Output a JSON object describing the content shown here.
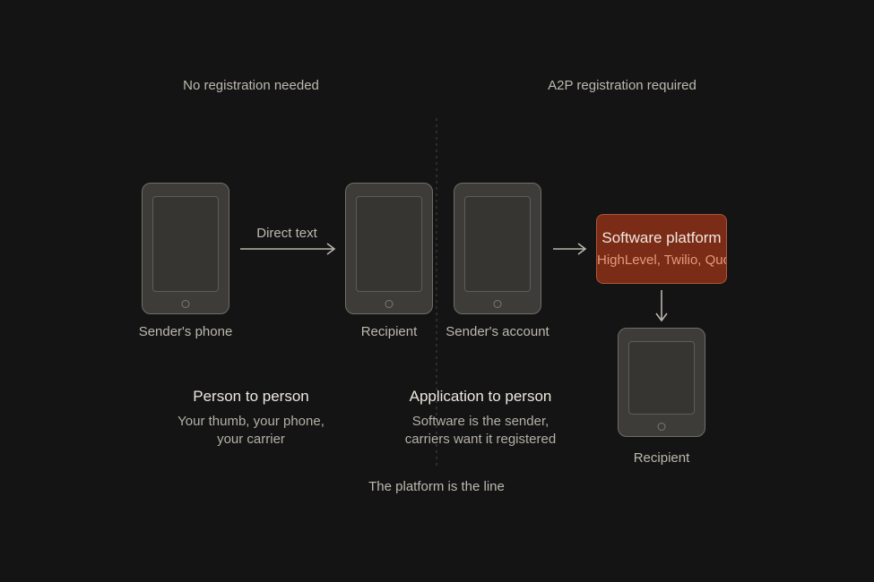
{
  "zones": {
    "left_caption": "No registration needed",
    "right_caption": "A2P registration required"
  },
  "p2p": {
    "sender_label": "Sender's phone",
    "arrow_label": "Direct text",
    "recipient_label": "Recipient",
    "heading": "Person to person",
    "desc_line1": "Your thumb, your phone,",
    "desc_line2": "your carrier"
  },
  "a2p": {
    "sender_label": "Sender's account",
    "platform_title": "Software platform",
    "platform_sub": "HighLevel, Twilio, Quo",
    "recipient_label": "Recipient",
    "heading": "Application to person",
    "desc_line1": "Software is the sender,",
    "desc_line2": "carriers want it registered"
  },
  "divider_caption": "The platform is the line",
  "colors": {
    "background": "#141414",
    "platform_fill": "#7a2c16",
    "platform_border": "#b0553a",
    "platform_subtext": "#e49a7c",
    "phone_fill": "#3d3c39",
    "phone_border": "#6f6d68"
  }
}
